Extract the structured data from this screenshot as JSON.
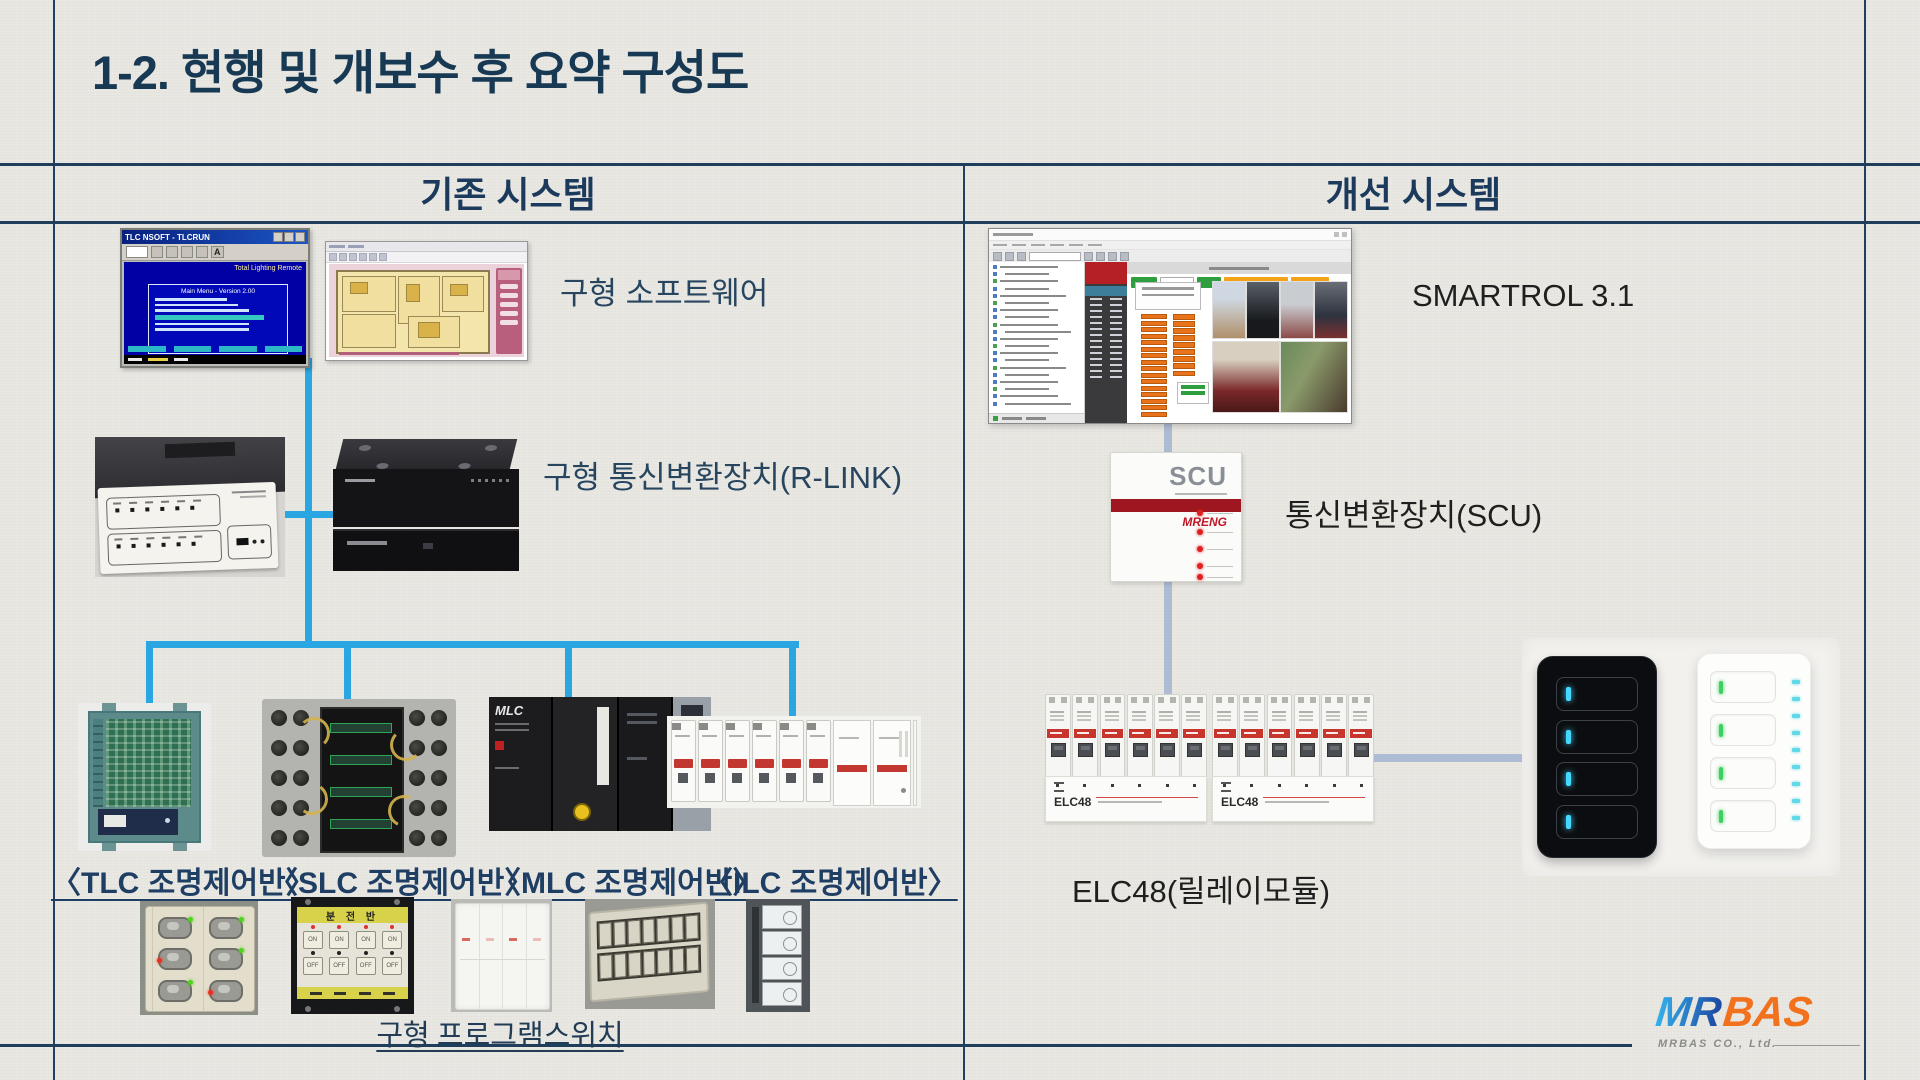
{
  "title": {
    "number": "1-2.",
    "text": " 현행 및 개보수 후 요약 구성도"
  },
  "headers": {
    "left": "기존 시스템",
    "right": "개선 시스템"
  },
  "legacy": {
    "software_label": "구형 소프트웨어",
    "converter_label": "구형 통신변환장치(R-LINK)",
    "panel_labels": {
      "tlc": "〈TLC 조명제어반〉",
      "slc": "〈SLC 조명제어반〉",
      "mlc": "〈MLC 조명제어반〉",
      "ilc": "〈ILC 조명제어반〉"
    },
    "program_switch_label": "구형 프로그램스위치",
    "dos_window": {
      "titlebar": "TLC NSOFT - TLCRUN",
      "screen_caption": "Total Lighting Remote",
      "menu_title": "Main Menu - Version 2.00",
      "font_button": "A"
    },
    "mlc_panel_text": "MLC",
    "breaker_switch": {
      "header": "분 전 반",
      "on": "ON",
      "off": "OFF"
    }
  },
  "improved": {
    "software_label": "SMARTROL 3.1",
    "converter_label": "통신변환장치(SCU)",
    "relay_label": "ELC48(릴레이모듈)",
    "scu_device": {
      "name": "SCU",
      "brand": "MRENG"
    },
    "elc_unit": {
      "name": "ELC48"
    }
  },
  "logo": {
    "blue": "MR",
    "orange": "BAS",
    "company": "MRBAS CO., Ltd."
  },
  "colors": {
    "background": "#e9e8e3",
    "heading_navy": "#1b3a5c",
    "accent_cyan": "#2aa7e2",
    "connector_steel": "#adbcd3",
    "scu_red": "#9e1620",
    "elc_red": "#c8352c",
    "logo_blue": "#2da4e4",
    "logo_navy": "#1d47a0",
    "logo_orange": "#f1711d"
  }
}
